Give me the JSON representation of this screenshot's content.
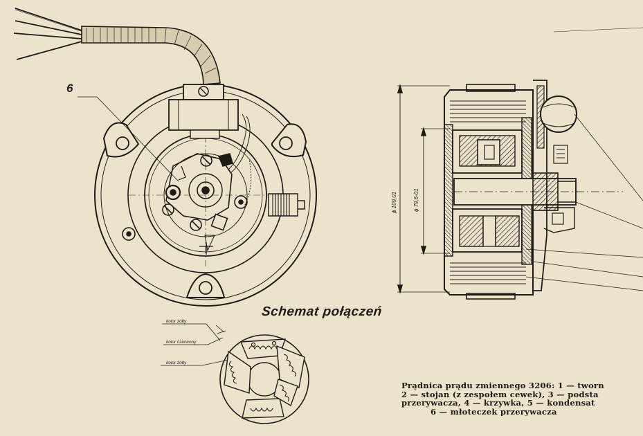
{
  "labels": {
    "part_number": "6",
    "schema_title": "Schemat połączeń",
    "wire_yellow_top": "kolor żółty",
    "wire_red": "kolor czerwony",
    "wire_yellow_bottom": "kolor żółty",
    "dim_outer": "ϕ 109,01",
    "dim_inner": "ϕ 79,6-01"
  },
  "caption": {
    "line1": "Prądnica prądu zmiennego 3206: 1 — tworn",
    "line2": "2 — stojan (z zespołem cewek), 3 — podsta",
    "line3": "przerywacza, 4 — krzywka, 5 — kondensat",
    "line4": "6 — młoteczek przerywacza"
  },
  "colors": {
    "paper": "#ece3cc",
    "ink": "#1e1b17"
  }
}
